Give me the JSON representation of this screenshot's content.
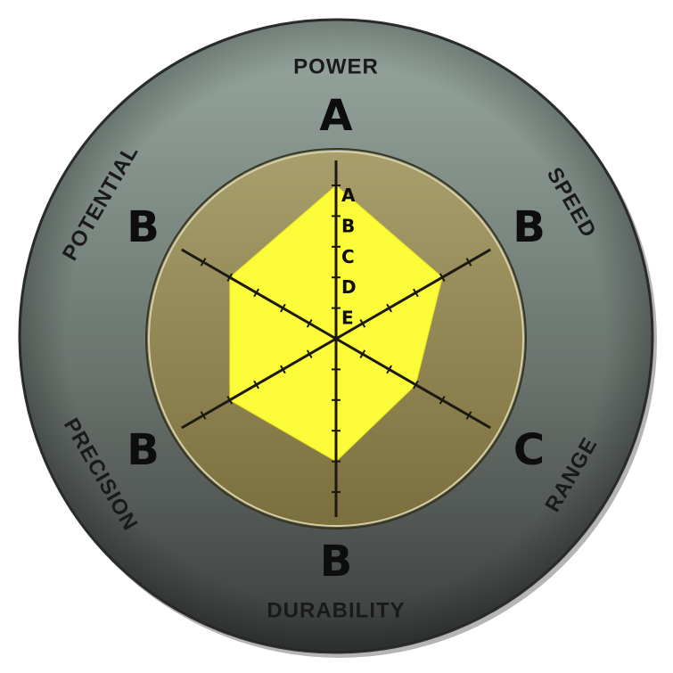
{
  "chart_data": {
    "type": "radar",
    "scale": [
      "A",
      "B",
      "C",
      "D",
      "E"
    ],
    "scale_values": {
      "A": 5,
      "B": 4,
      "C": 3,
      "D": 2,
      "E": 1
    },
    "axes": [
      {
        "key": "power",
        "label": "POWER",
        "grade": "A",
        "value": 5
      },
      {
        "key": "speed",
        "label": "SPEED",
        "grade": "B",
        "value": 4
      },
      {
        "key": "range",
        "label": "RANGE",
        "grade": "C",
        "value": 3
      },
      {
        "key": "durability",
        "label": "DURABILITY",
        "grade": "B",
        "value": 4
      },
      {
        "key": "precision",
        "label": "PRECISION",
        "grade": "B",
        "value": 4
      },
      {
        "key": "potential",
        "label": "POTENTIAL",
        "grade": "B",
        "value": 4
      }
    ]
  },
  "colors": {
    "outer_ring_top": "#97a8a0",
    "outer_ring_bottom": "#3a3d3c",
    "inner_disc_top": "#a89f6c",
    "inner_disc_bottom": "#7b6f3d",
    "data_fill": "#fbfb3a",
    "axis_line": "#1c1a10"
  }
}
